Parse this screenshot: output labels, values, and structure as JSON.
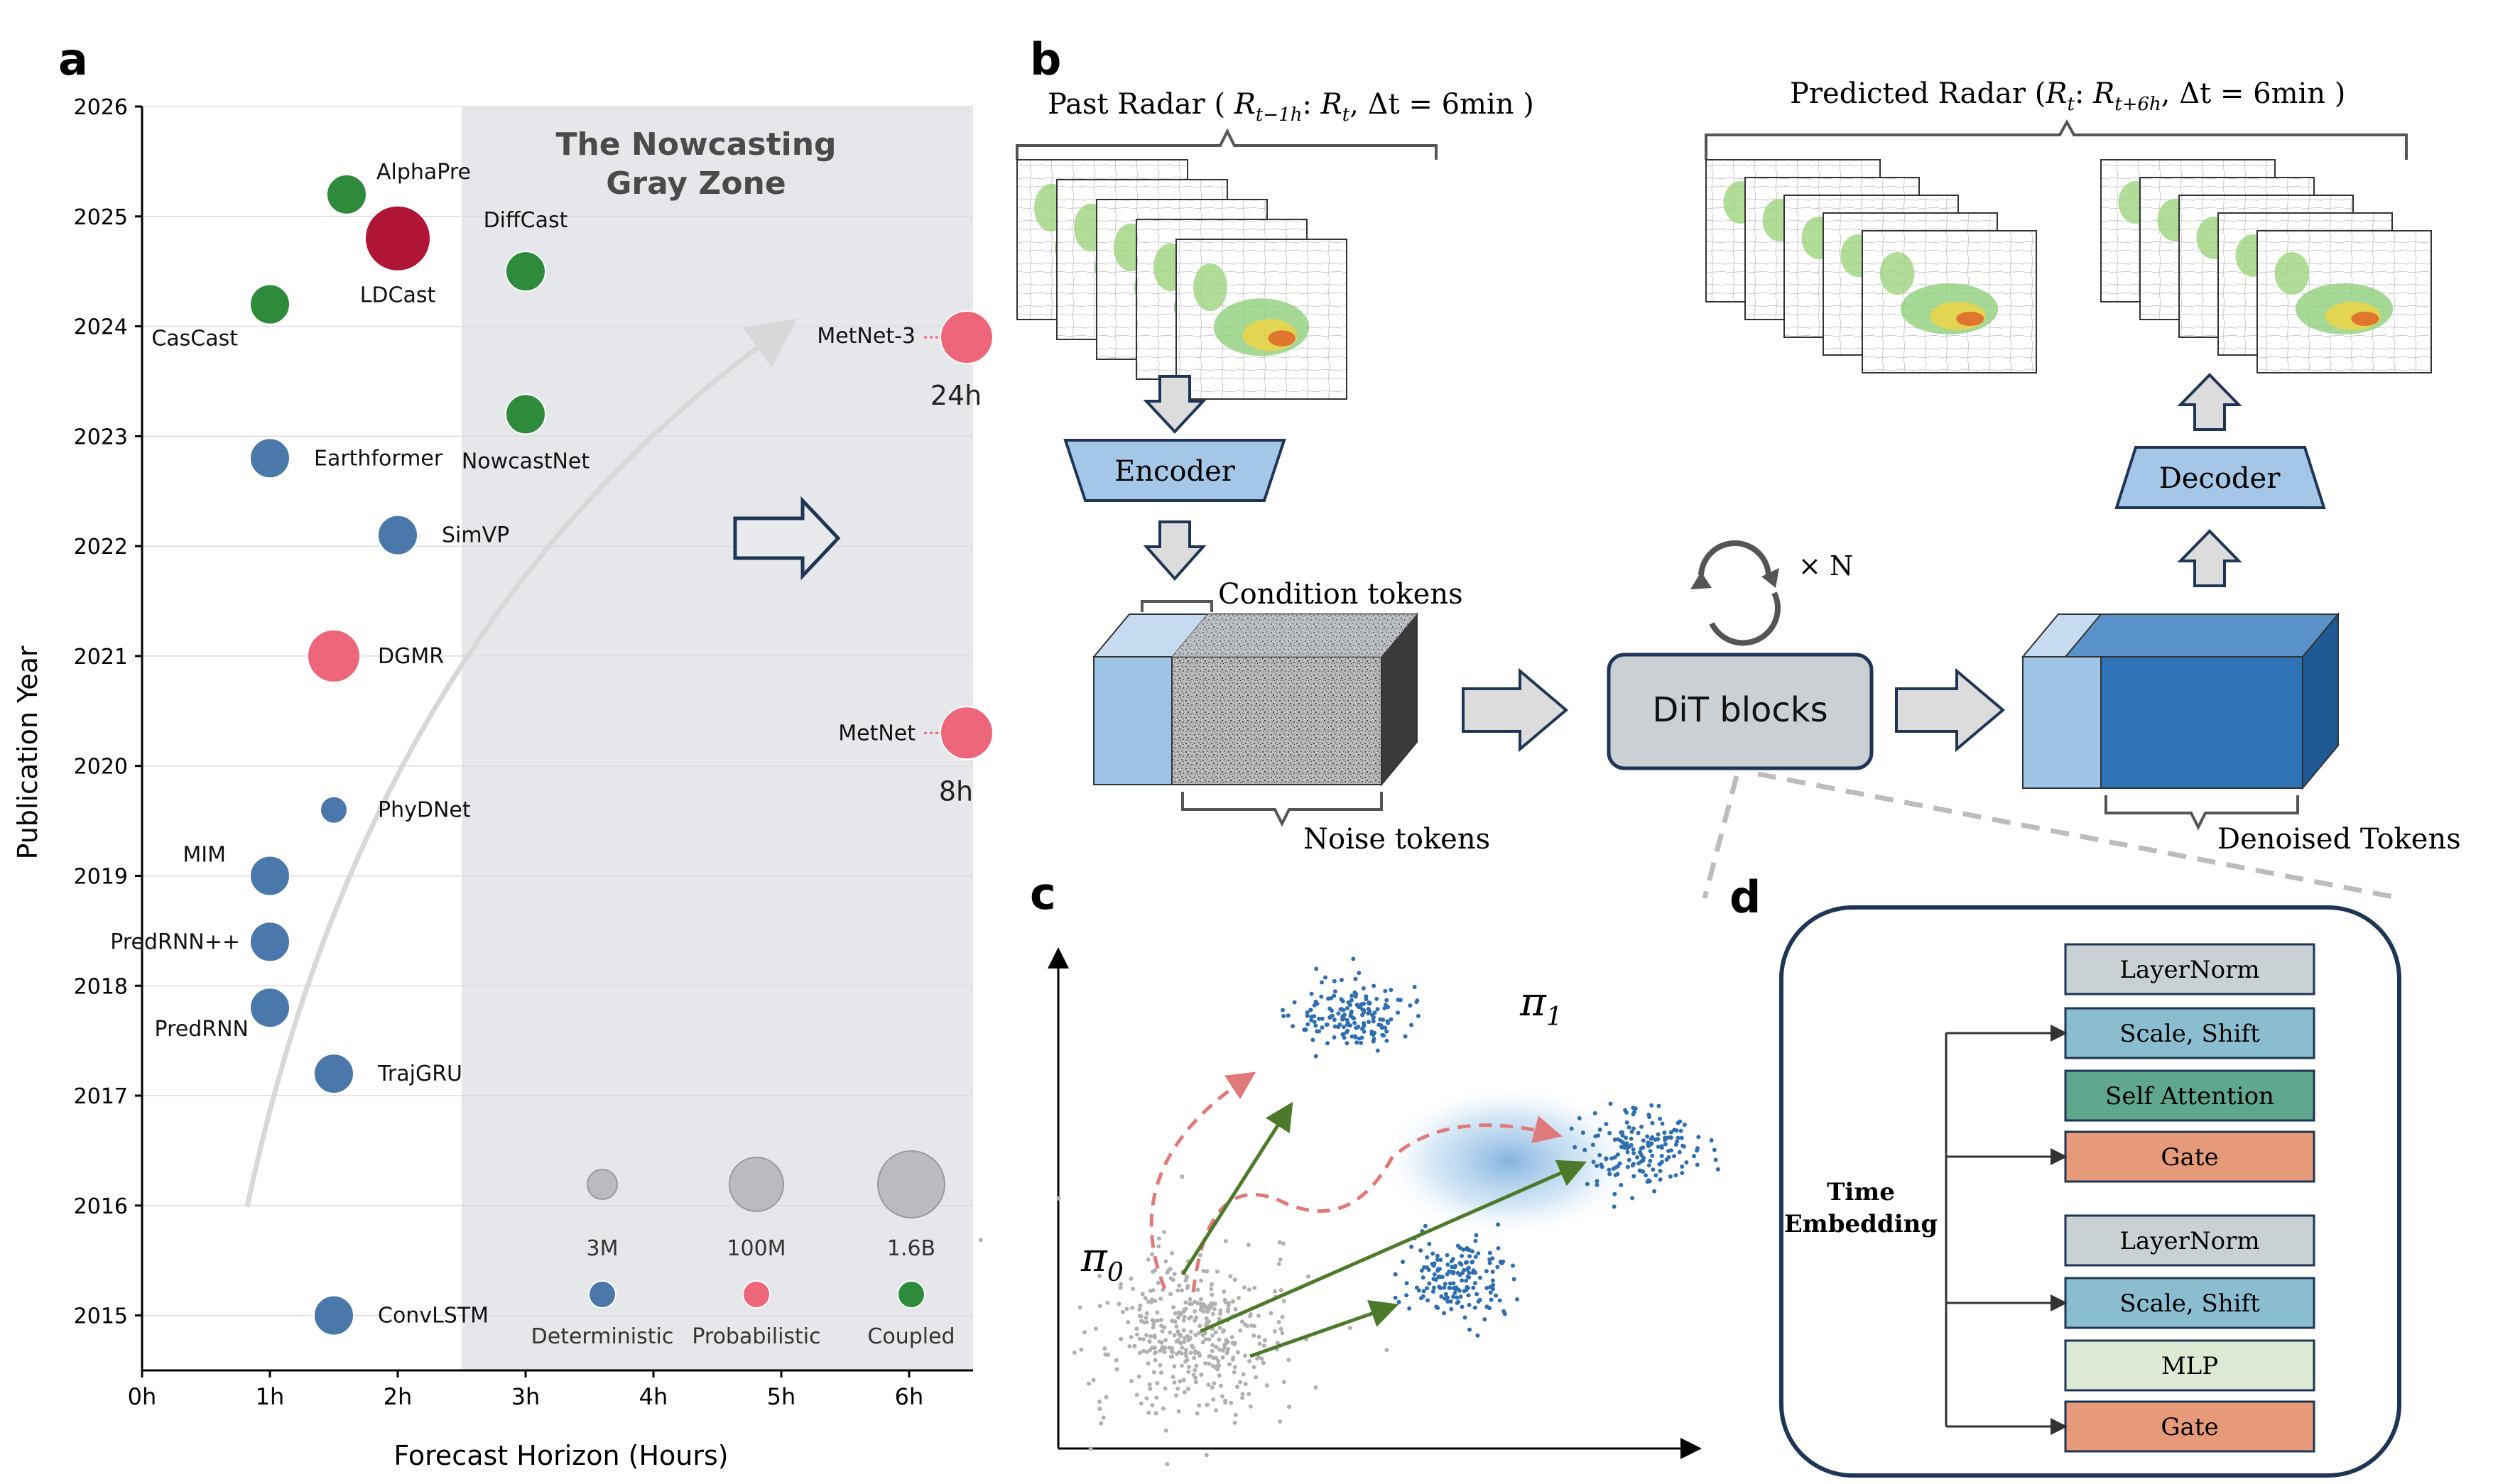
{
  "panel_labels": {
    "a": "a",
    "b": "b",
    "c": "c",
    "d": "d"
  },
  "chart_data": {
    "type": "scatter",
    "title": "",
    "xlabel": "Forecast Horizon (Hours)",
    "ylabel": "Publication Year",
    "xlim": [
      0,
      6.5
    ],
    "ylim": [
      2014.5,
      2026
    ],
    "x_ticks": [
      "0h",
      "1h",
      "2h",
      "3h",
      "4h",
      "5h",
      "6h"
    ],
    "y_ticks": [
      "2015",
      "2016",
      "2017",
      "2018",
      "2019",
      "2020",
      "2021",
      "2022",
      "2023",
      "2024",
      "2025",
      "2026"
    ],
    "grid": "horizontal",
    "gray_zone": {
      "x_start": 2.5,
      "x_end": 6.5,
      "title_line1": "The Nowcasting",
      "title_line2": "Gray Zone"
    },
    "points": [
      {
        "name": "AlphaPre",
        "x": 1.6,
        "y": 2025.2,
        "category": "Coupled",
        "size": "small"
      },
      {
        "name": "LDCast",
        "x": 2.0,
        "y": 2024.8,
        "category": "Probabilistic",
        "size": "large"
      },
      {
        "name": "DiffCast",
        "x": 3.0,
        "y": 2024.5,
        "category": "Coupled",
        "size": "small"
      },
      {
        "name": "CasCast",
        "x": 1.0,
        "y": 2024.2,
        "category": "Coupled",
        "size": "small"
      },
      {
        "name": "MetNet-3",
        "x": 6.45,
        "y": 2023.9,
        "category": "Probabilistic",
        "size": "medium",
        "note": "24h"
      },
      {
        "name": "NowcastNet",
        "x": 3.0,
        "y": 2023.2,
        "category": "Coupled",
        "size": "small"
      },
      {
        "name": "Earthformer",
        "x": 1.0,
        "y": 2022.8,
        "category": "Deterministic",
        "size": "small"
      },
      {
        "name": "SimVP",
        "x": 2.0,
        "y": 2022.1,
        "category": "Deterministic",
        "size": "small"
      },
      {
        "name": "DGMR",
        "x": 1.5,
        "y": 2021.0,
        "category": "Probabilistic",
        "size": "medium"
      },
      {
        "name": "MetNet",
        "x": 6.45,
        "y": 2020.3,
        "category": "Probabilistic",
        "size": "medium",
        "note": "8h"
      },
      {
        "name": "PhyDNet",
        "x": 1.5,
        "y": 2019.6,
        "category": "Deterministic",
        "size": "tiny"
      },
      {
        "name": "MIM",
        "x": 1.0,
        "y": 2019.0,
        "category": "Deterministic",
        "size": "small"
      },
      {
        "name": "PredRNN++",
        "x": 1.0,
        "y": 2018.4,
        "category": "Deterministic",
        "size": "small"
      },
      {
        "name": "PredRNN",
        "x": 1.0,
        "y": 2017.8,
        "category": "Deterministic",
        "size": "small"
      },
      {
        "name": "TrajGRU",
        "x": 1.5,
        "y": 2017.2,
        "category": "Deterministic",
        "size": "small"
      },
      {
        "name": "ConvLSTM",
        "x": 1.5,
        "y": 2015.0,
        "category": "Deterministic",
        "size": "small"
      }
    ],
    "legend_sizes": [
      "3M",
      "100M",
      "1.6B"
    ],
    "legend_types": [
      {
        "name": "Deterministic",
        "color": "#4a78ab"
      },
      {
        "name": "Probabilistic",
        "color": "#ee6679"
      },
      {
        "name": "Coupled",
        "color": "#2e8b3c"
      }
    ],
    "colors": {
      "Deterministic": "#4a78ab",
      "Probabilistic": "#ee6679",
      "Coupled": "#2e8b3c",
      "LDCast": "#b01535"
    }
  },
  "panel_b": {
    "past_radar": "Past Radar",
    "predicted_radar": "Predicted Radar",
    "encoder": "Encoder",
    "decoder": "Decoder",
    "condition_tokens": "Condition tokens",
    "noise_tokens": "Noise tokens",
    "dit_blocks": "DiT blocks",
    "repeat": "× N",
    "denoised_tokens": "Denoised Tokens"
  },
  "panel_c": {
    "pi0": "π",
    "pi0_sub": "0",
    "pi1": "π",
    "pi1_sub": "1"
  },
  "panel_d": {
    "time_embedding_line1": "Time",
    "time_embedding_line2": "Embedding",
    "blocks": [
      {
        "label": "LayerNorm",
        "color": "#c9d1d5"
      },
      {
        "label": "Scale, Shift",
        "color": "#8bbdd0"
      },
      {
        "label": "Self  Attention",
        "color": "#5fa88d"
      },
      {
        "label": "Gate",
        "color": "#e79a7a"
      },
      {
        "label": "LayerNorm",
        "color": "#c9d1d5"
      },
      {
        "label": "Scale, Shift",
        "color": "#8bbdd0"
      },
      {
        "label": "MLP",
        "color": "#dde9d2"
      },
      {
        "label": "Gate",
        "color": "#e79a7a"
      }
    ]
  }
}
